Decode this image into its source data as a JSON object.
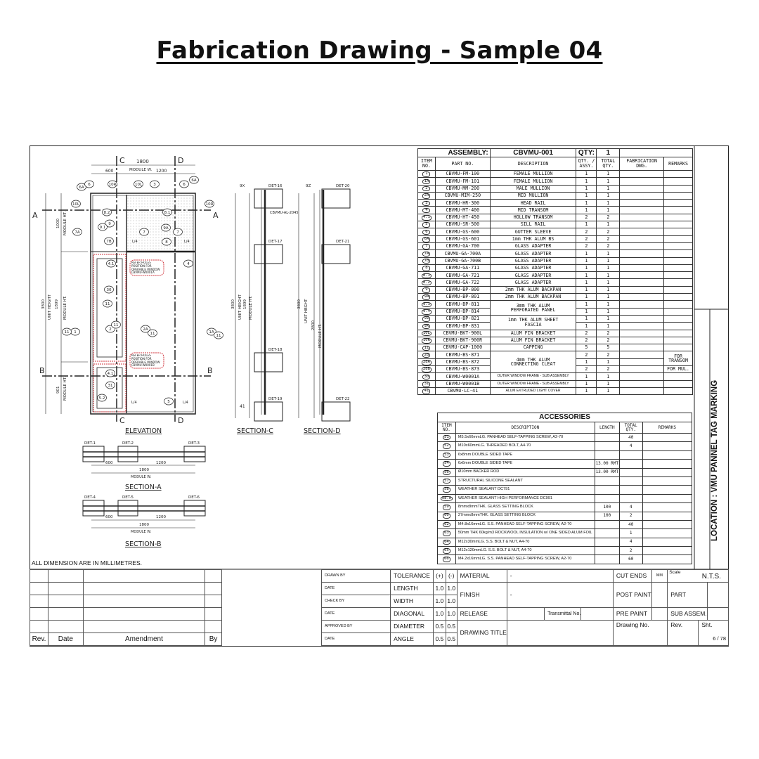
{
  "title": "Fabrication Drawing - Sample 04",
  "note": "ALL DIMENSION ARE IN MILLIMETRES.",
  "location": "LOCATION  :  VMU PANNEL TAG MARKING",
  "views": {
    "elevation": "ELEVATION",
    "section_c": "SECTION-C",
    "section_d": "SECTION-D",
    "section_a": "SECTION-A",
    "section_b": "SECTION-B"
  },
  "elevation_labels": {
    "dim_1800": "1800",
    "dim_600": "600",
    "dim_1200": "1200",
    "module_w": "MODULE W.",
    "dim_1000": "1000",
    "module_ht": "MODULE HT.",
    "dim_3800": "3800",
    "unit_height": "UNIT HEIGHT",
    "dim_1899": "1899",
    "dim_901": "901",
    "cut_c": "C",
    "cut_d": "D",
    "cut_a": "A",
    "cut_b": "B",
    "note_1": "REFER HOLES POSITION FOR OPERABLE WINDOW CBVMU-W0001A",
    "note_2": "REFER HOLES POSITION FOR OPERABLE WINDOW CBVMU-W0001B",
    "quarter": "L/4"
  },
  "bubbles": [
    "6A",
    "6",
    "10R",
    "10L",
    "3",
    "6",
    "6A",
    "10L",
    "8.2",
    "8.1",
    "10R",
    "7A",
    "9",
    "9.1",
    "7",
    "9A",
    "7",
    "7B",
    "8",
    "4",
    "4.1",
    "30",
    "11",
    "1",
    "11",
    "2",
    "11",
    "2A",
    "11",
    "1A",
    "11",
    "4.1",
    "31",
    "5",
    "5.2"
  ],
  "section_labels": {
    "det_16": "DET-16",
    "det_17": "DET-17",
    "det_18": "DET-18",
    "det_19": "DET-19",
    "det_20": "DET-20",
    "det_21": "DET-21",
    "det_22": "DET-22",
    "part_callout": "CBVMU-AL-2045",
    "b_9x": "9X",
    "b_92": "9Z",
    "b_41": "41",
    "dim_2800": "2800",
    "unit_hbght": "UNIT HBGHT",
    "det_1": "DET-1",
    "det_2": "DET-2",
    "det_3": "DET-3",
    "det_4": "DET-4",
    "det_5": "DET-5",
    "det_6": "DET-6"
  },
  "assembly": {
    "label": "ASSEMBLY:",
    "code": "CBVMU-001",
    "qty_label": "QTY:",
    "qty": "1",
    "headers": [
      "ITEM NO.",
      "PART NO.",
      "DESCRIPTION",
      "QTY. / ASSY.",
      "TOTAL QTY.",
      "FABRICATION DWG.",
      "REMARKS"
    ],
    "rows": [
      {
        "item": "1",
        "part": "CBVMU-FM-100",
        "desc": "FEMALE MULLION",
        "qty": "1",
        "total": "1"
      },
      {
        "item": "1A",
        "part": "CBVMU-FM-101",
        "desc": "FEMALE MULLION",
        "qty": "1",
        "total": "1"
      },
      {
        "item": "2",
        "part": "CBVMU-MM-200",
        "desc": "MALE MULLION",
        "qty": "1",
        "total": "1"
      },
      {
        "item": "2A",
        "part": "CBVMU-MIM-250",
        "desc": "MID MULLION",
        "qty": "1",
        "total": "1"
      },
      {
        "item": "3",
        "part": "CBVMU-HR-300",
        "desc": "HEAD RAIL",
        "qty": "1",
        "total": "1"
      },
      {
        "item": "4",
        "part": "CBVMU-MT-400",
        "desc": "MID TRANSOM",
        "qty": "1",
        "total": "1"
      },
      {
        "item": "4.1",
        "part": "CBVMU-HT-450",
        "desc": "HOLLOW TRANSOM",
        "qty": "2",
        "total": "2"
      },
      {
        "item": "5",
        "part": "CBVMU-SR-500",
        "desc": "SILL RAIL",
        "qty": "1",
        "total": "1"
      },
      {
        "item": "6",
        "part": "CBVMU-GS-600",
        "desc": "GUTTER SLEEVE",
        "qty": "2",
        "total": "2"
      },
      {
        "item": "6A",
        "part": "CBVMU-GS-601",
        "desc": "1mm THK ALUM BS",
        "qty": "2",
        "total": "2"
      },
      {
        "item": "7",
        "part": "CBVMU-GA-700",
        "desc": "GLASS ADAPTER",
        "qty": "2",
        "total": "2"
      },
      {
        "item": "7A",
        "part": "CBVMU-GA-700A",
        "desc": "GLASS ADAPTER",
        "qty": "1",
        "total": "1"
      },
      {
        "item": "7B",
        "part": "CBVMU-GA-700B",
        "desc": "GLASS ADAPTER",
        "qty": "1",
        "total": "1"
      },
      {
        "item": "8",
        "part": "CBVMU-GA-711",
        "desc": "GLASS ADAPTER",
        "qty": "1",
        "total": "1"
      },
      {
        "item": "8.1",
        "part": "CBVMU-GA-721",
        "desc": "GLASS ADAPTER",
        "qty": "1",
        "total": "1"
      },
      {
        "item": "8.2",
        "part": "CBVMU-GA-722",
        "desc": "GLASS ADAPTER",
        "qty": "1",
        "total": "1"
      },
      {
        "item": "9",
        "part": "CBVMU-BP-800",
        "desc": "2mm THK ALUM BACKPAN",
        "qty": "1",
        "total": "1"
      },
      {
        "item": "9A",
        "part": "CBVMU-BP-801",
        "desc": "2mm THK ALUM BACKPAN",
        "qty": "1",
        "total": "1"
      },
      {
        "item": "9.1",
        "part": "CBVMU-BP-811",
        "desc": "3mm THK ALUM",
        "qty": "1",
        "total": "1"
      },
      {
        "item": "9.4",
        "part": "CBVMU-BP-814",
        "desc": "PERFORATED PANEL",
        "qty": "1",
        "total": "1"
      },
      {
        "item": "9Z",
        "part": "CBVMU-BP-821",
        "desc": "1mm THK ALUM SHEET",
        "qty": "1",
        "total": "1"
      },
      {
        "item": "9X",
        "part": "CBVMU-BP-831",
        "desc": "FASCIA",
        "qty": "1",
        "total": "1"
      },
      {
        "item": "10L",
        "part": "CBVMU-BKT-900L",
        "desc": "ALUM FIN BRACKET",
        "qty": "2",
        "total": "2"
      },
      {
        "item": "10R",
        "part": "CBVMU-BKT-900R",
        "desc": "ALUM FIN BRACKET",
        "qty": "2",
        "total": "2"
      },
      {
        "item": "11",
        "part": "CBVMU-CAP-1000",
        "desc": "CAPPING",
        "qty": "5",
        "total": "5"
      },
      {
        "item": "28",
        "part": "CBVMU-BS-871",
        "desc": "4mm THK ALUM",
        "qty": "2",
        "total": "2",
        "remark": "FOR"
      },
      {
        "item": "28A",
        "part": "CBVMU-BS-872",
        "desc": "CONNECTING CLEAT",
        "qty": "1",
        "total": "1",
        "remark": "TRANSOM"
      },
      {
        "item": "28B",
        "part": "CBVMU-BS-873",
        "desc": "",
        "qty": "2",
        "total": "2",
        "remark": "FOR MUL."
      },
      {
        "item": "30",
        "part": "CBVMU-W0001A",
        "desc": "OUTER WINDOW FRAME - SUB ASSEMBLY",
        "qty": "1",
        "total": "1"
      },
      {
        "item": "31",
        "part": "CBVMU-W0001B",
        "desc": "OUTER WINDOW FRAME - SUB ASSEMBLY",
        "qty": "1",
        "total": "1"
      },
      {
        "item": "41",
        "part": "CBVMU-LC-41",
        "desc": "ALUM EXTRUDED LIGHT COVER",
        "qty": "1",
        "total": "1"
      }
    ]
  },
  "accessories": {
    "title": "ACCESSORIES",
    "headers": [
      "ITEM NO.",
      "DESCRIPTION",
      "LENGTH",
      "TOTAL QTY.",
      "REMARKS"
    ],
    "rows": [
      {
        "item": "51",
        "desc": "M5.5x60mmLG. PANHEAD SELF-TAPPING SCREW, A2-70",
        "length": "",
        "total": "40"
      },
      {
        "item": "52",
        "desc": "M10x60mmLG. THREADED BOLT, A4-70",
        "length": "",
        "total": "4"
      },
      {
        "item": "53",
        "desc": "6x8mm DOUBLE SIDED TAPE",
        "length": "",
        "total": ""
      },
      {
        "item": "54",
        "desc": "6x6mm DOUBLE SIDED TAPE",
        "length": "13.00 RMT",
        "total": ""
      },
      {
        "item": "56",
        "desc": "Ø10mm BACKER ROD",
        "length": "13.00 RMT",
        "total": ""
      },
      {
        "item": "57",
        "desc": "STRUCTURAL SILICONE SEALANT",
        "length": "",
        "total": ""
      },
      {
        "item": "58",
        "desc": "WEATHER SEALANT DC791",
        "length": "",
        "total": ""
      },
      {
        "item": "58.A",
        "desc": "WEATHER SEALANT HIGH PERFORMANCE DC991",
        "length": "",
        "total": ""
      },
      {
        "item": "59",
        "desc": "8mmx8mmTHK. GLASS SETTING BLOCK",
        "length": "100",
        "total": "4"
      },
      {
        "item": "60",
        "desc": "27mmx8mmTHK. GLASS SETTING BLOCK",
        "length": "100",
        "total": "2"
      },
      {
        "item": "62",
        "desc": "M4.8x16mmLG. S.S. PANHEAD SELF-TAPPING SCREW, A2-70",
        "length": "",
        "total": "40"
      },
      {
        "item": "63",
        "desc": "50mm THK 60kg/m3 ROCKWOOL INSULATION w/ ONE SIDED ALUM FOIL",
        "length": "",
        "total": "1"
      },
      {
        "item": "64",
        "desc": "M12x30mmLG. S.S. BOLT & NUT, A4-70",
        "length": "",
        "total": "4"
      },
      {
        "item": "65",
        "desc": "M12x120mmLG. S.S. BOLT & NUT, A4-70",
        "length": "",
        "total": "2"
      },
      {
        "item": "66",
        "desc": "M4.2x16mmLG. S.S. PANHEAD SELF-TAPPING SCREW, A2-70",
        "length": "",
        "total": "60"
      }
    ]
  },
  "revision_table": {
    "headers": [
      "Rev.",
      "Date",
      "Amendment",
      "By"
    ]
  },
  "title_block": {
    "drawn_by": "DRAWN BY",
    "date": "DATE",
    "check_by": "CHECK BY",
    "approved_by": "APPROVED BY",
    "tolerance": "TOLERANCE",
    "plus": "(+)",
    "minus": "(-)",
    "tolerances": [
      {
        "name": "LENGTH",
        "plus": "1.0",
        "minus": "1.0"
      },
      {
        "name": "WIDTH",
        "plus": "1.0",
        "minus": "1.0"
      },
      {
        "name": "DIAGONAL",
        "plus": "1.0",
        "minus": "1.0"
      },
      {
        "name": "DIAMETER",
        "plus": "0.5",
        "minus": "0.5"
      },
      {
        "name": "ANGLE",
        "plus": "0.5",
        "minus": "0.5"
      }
    ],
    "material": "MATERIAL",
    "material_value": "-",
    "finish": "FINISH",
    "finish_value": "-",
    "release": "RELEASE",
    "transmittal": "Transmittal No.",
    "drawing_title": "DRAWING TITLE",
    "cut_ends": "CUT ENDS",
    "mm": "MM",
    "post_paint": "POST PAINT",
    "pre_paint": "PRE PAINT",
    "drawing_no": "Drawing No.",
    "scale": "Scale",
    "scale_value": "N.T.S.",
    "part": "PART",
    "sub_assem": "SUB ASSEM.",
    "rev": "Rev.",
    "sht": "Sht.",
    "sht_value": "6 / 78"
  },
  "colors": {
    "line": "#222222",
    "markup": "#d0343c",
    "panel_dots": "#9a9a9a"
  }
}
